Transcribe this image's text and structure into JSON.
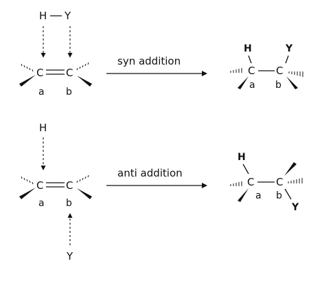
{
  "syn": {
    "reagent": {
      "h": "H",
      "y": "Y"
    },
    "reactant": {
      "c1": "C",
      "c2": "C",
      "a": "a",
      "b": "b"
    },
    "arrow_label": "syn addition",
    "product": {
      "h": "H",
      "y": "Y",
      "c1": "C",
      "c2": "C",
      "a": "a",
      "b": "b"
    }
  },
  "anti": {
    "reagent": {
      "h": "H",
      "y": "Y"
    },
    "reactant": {
      "c1": "C",
      "c2": "C",
      "a": "a",
      "b": "b"
    },
    "arrow_label": "anti addition",
    "product": {
      "h": "H",
      "y": "Y",
      "c1": "C",
      "c2": "C",
      "a": "a",
      "b": "b"
    }
  }
}
